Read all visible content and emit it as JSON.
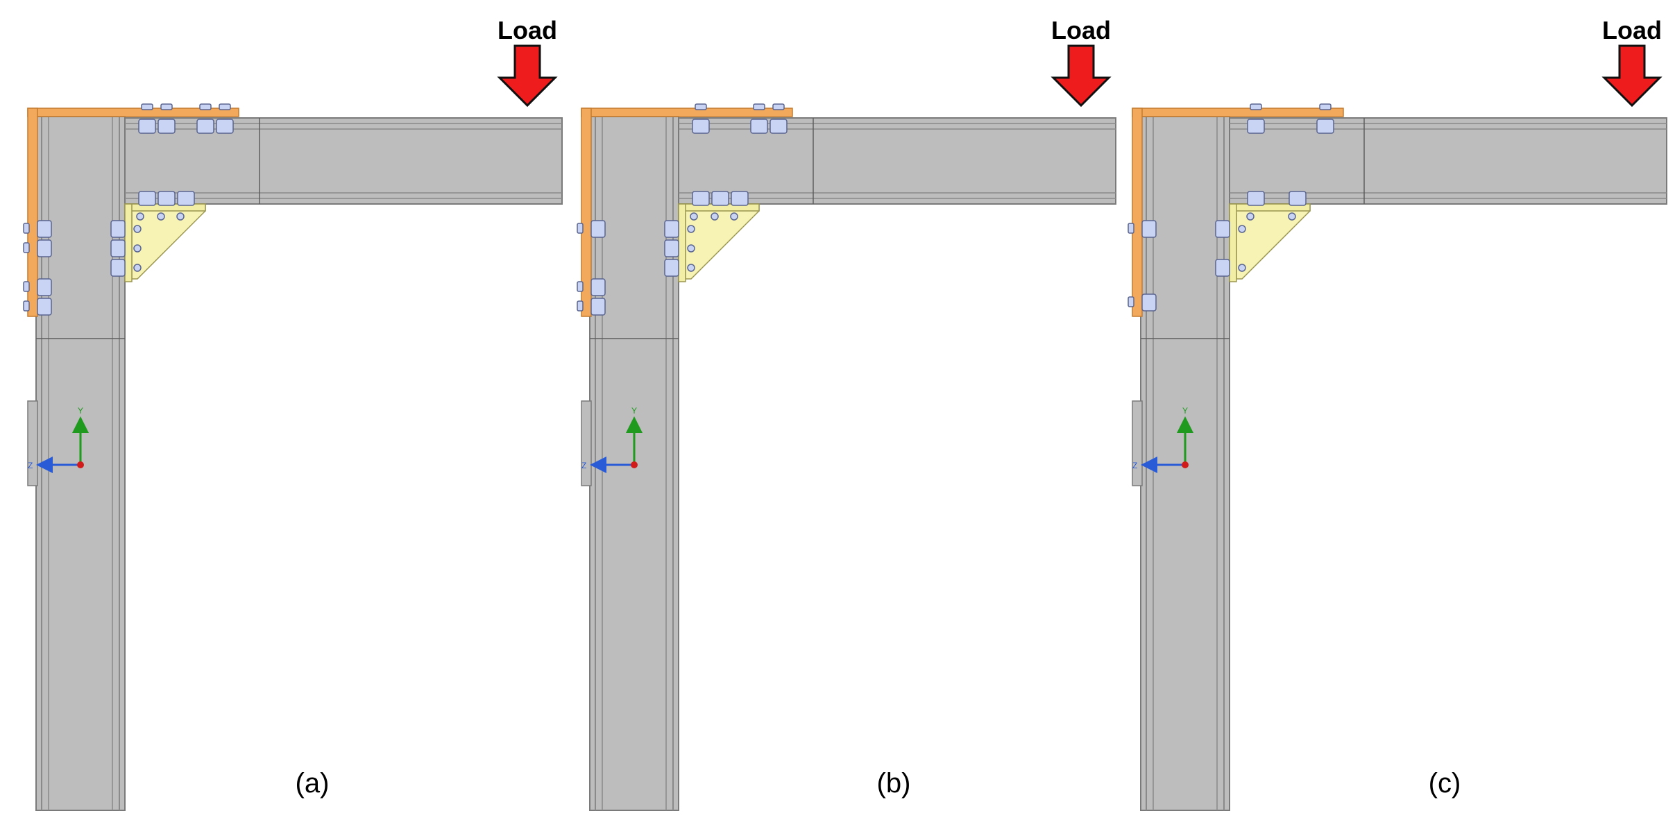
{
  "panels": [
    {
      "id": "a",
      "caption": "(a)",
      "load_label": "Load",
      "top_bolt_rows": 4,
      "column_bolt_groups": 2,
      "seat_bolts_horizontal": 3,
      "seat_bolts_vertical": 3
    },
    {
      "id": "b",
      "caption": "(b)",
      "load_label": "Load",
      "top_bolt_rows": 3,
      "column_bolt_groups": 2,
      "seat_bolts_horizontal": 3,
      "seat_bolts_vertical": 3
    },
    {
      "id": "c",
      "caption": "(c)",
      "load_label": "Load",
      "top_bolt_rows": 2,
      "column_bolt_groups": 2,
      "seat_bolts_horizontal": 2,
      "seat_bolts_vertical": 2
    }
  ],
  "axis_triad": {
    "y_label": "Y",
    "z_label": "Z"
  },
  "colors": {
    "steel": "#bdbdbd",
    "steel_edge": "#7a7a7a",
    "top_angle": "#f2a95c",
    "seat_angle": "#f7f3b5",
    "bolt": "#c9d3f3",
    "load_arrow": "#ee1c1c",
    "axis_y": "#1f9a1f",
    "axis_z": "#2a5bd7",
    "origin": "#d11a1a"
  }
}
